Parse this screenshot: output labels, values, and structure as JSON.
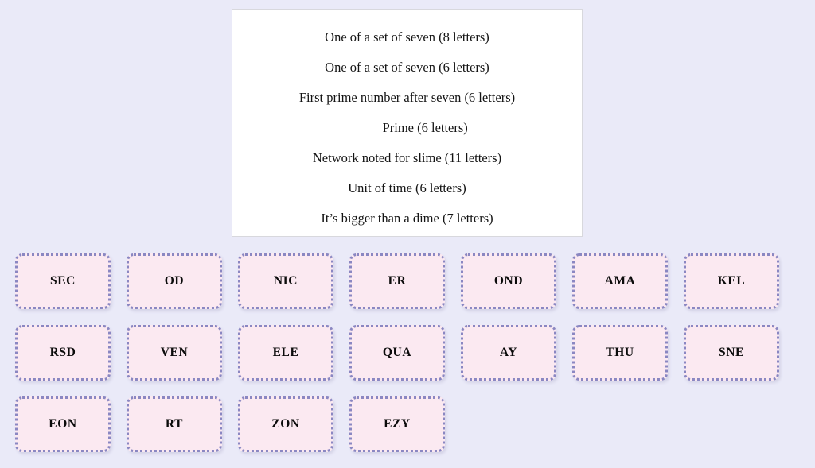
{
  "background_color": "#eaeaf8",
  "clue_card": {
    "background_color": "#ffffff",
    "border_color": "#d8d8dd",
    "clues": [
      {
        "text": "One of a set of seven (8 letters)"
      },
      {
        "text": "One of a set of seven (6 letters)"
      },
      {
        "text": "First prime number after seven (6 letters)"
      },
      {
        "text": "_____ Prime (6 letters)"
      },
      {
        "text": "Network noted for slime (11 letters)"
      },
      {
        "text": "Unit of time (6 letters)"
      },
      {
        "text": "It’s bigger than a dime (7 letters)"
      }
    ]
  },
  "tiles": {
    "fill_color": "#fbe9f1",
    "border_color": "#8a87c2",
    "text_color": "#0b0b0b",
    "rows": [
      {
        "cells": [
          {
            "label": "SEC"
          },
          {
            "label": "OD"
          },
          {
            "label": "NIC"
          },
          {
            "label": "ER"
          },
          {
            "label": "OND"
          },
          {
            "label": "AMA"
          },
          {
            "label": "KEL"
          }
        ]
      },
      {
        "cells": [
          {
            "label": "RSD"
          },
          {
            "label": "VEN"
          },
          {
            "label": "ELE"
          },
          {
            "label": "QUA"
          },
          {
            "label": "AY"
          },
          {
            "label": "THU"
          },
          {
            "label": "SNE"
          }
        ]
      },
      {
        "cells": [
          {
            "label": "EON"
          },
          {
            "label": "RT"
          },
          {
            "label": "ZON"
          },
          {
            "label": "EZY"
          }
        ]
      }
    ]
  }
}
